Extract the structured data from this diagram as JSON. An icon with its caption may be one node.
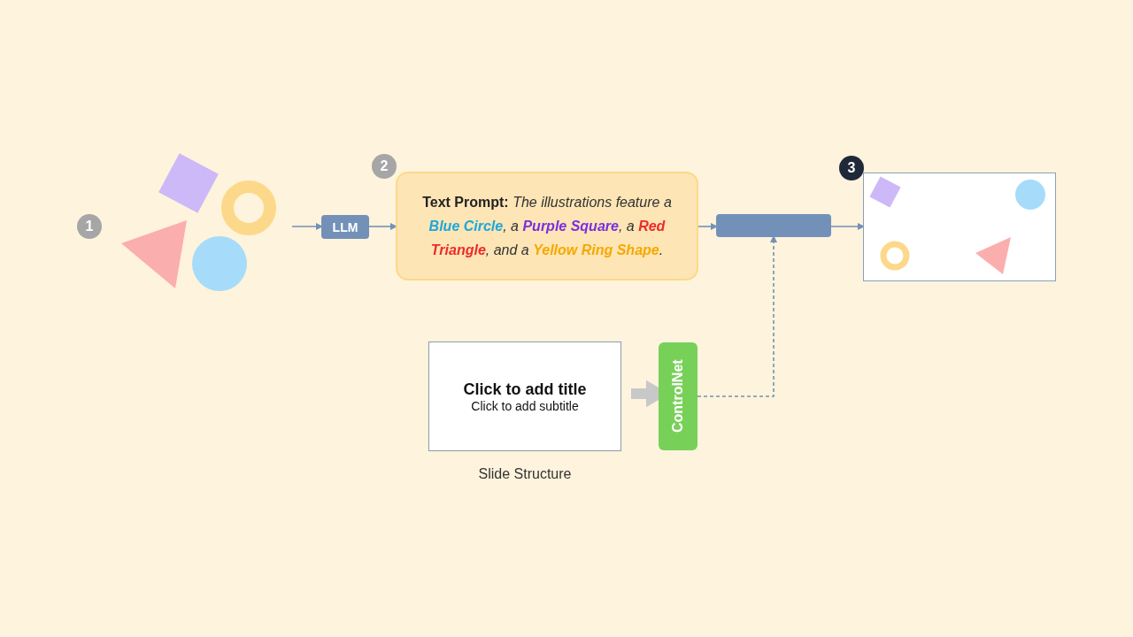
{
  "diagram": {
    "nodes": [
      {
        "text": [],
        "shape": "picture",
        "beside": [
          "1"
        ]
      },
      {
        "text": [
          "LLM"
        ]
      },
      {
        "text": [
          "**Text Prompt:** The illustrations feature a **Blue Circle**, a **Purple Square**, a **Red Triangle**, and a **Yellow Ring Shape**."
        ],
        "beside": [
          "2"
        ]
      },
      {
        "text": [],
        "shape": "box"
      },
      {
        "text": [],
        "shape": "picture",
        "beside": [
          "3"
        ]
      },
      {
        "text": [
          "Click to add title",
          "Click to add subtitle"
        ],
        "beside": [
          "Slide Structure"
        ]
      },
      {
        "text": [
          "ControlNet"
        ]
      }
    ],
    "edges": [
      {
        "from": 0,
        "to": 1,
        "arrow": "to"
      },
      {
        "from": 1,
        "to": 2,
        "arrow": "to"
      },
      {
        "from": 2,
        "to": 3,
        "arrow": "to"
      },
      {
        "from": 3,
        "to": 4,
        "arrow": "to"
      },
      {
        "from": 5,
        "to": 6,
        "arrow": "to",
        "style": "thick",
        "color": "#c8c8c8"
      },
      {
        "from": 6,
        "to": 3,
        "arrow": "to",
        "style": "dashed"
      }
    ]
  }
}
